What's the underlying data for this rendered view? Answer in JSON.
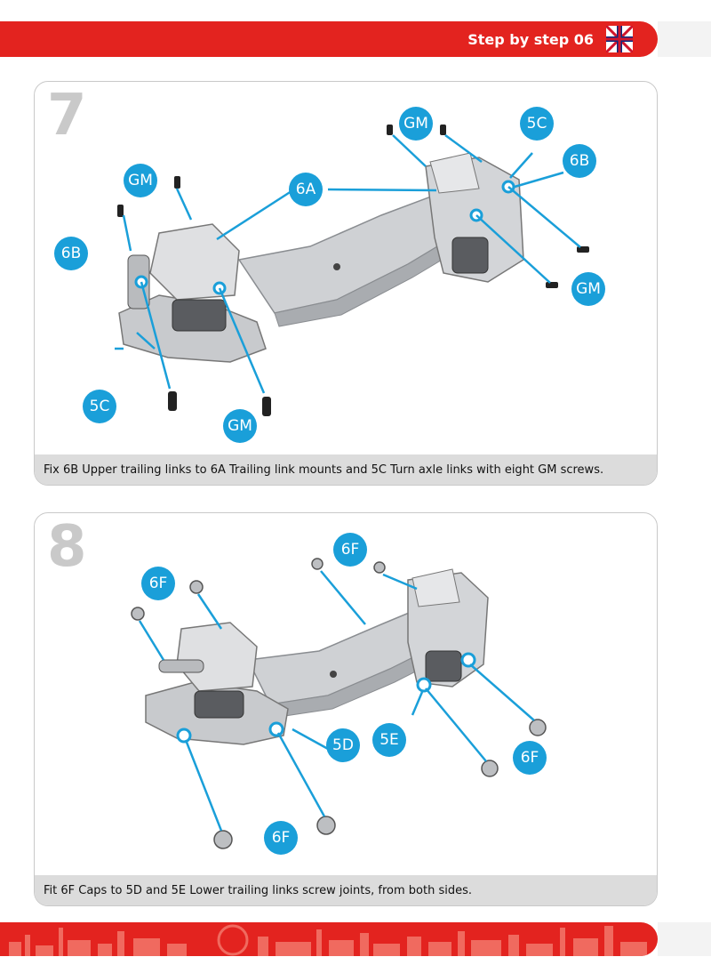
{
  "header": {
    "title": "Step by step 06",
    "flag_icon": "uk-flag-icon",
    "accent_color": "#e3231f"
  },
  "steps": [
    {
      "number": "7",
      "caption": "Fix 6B Upper trailing links to 6A Trailing link mounts and 5C Turn axle links with eight GM screws.",
      "labels": [
        "GM",
        "5C",
        "6B",
        "GM",
        "6A",
        "6B",
        "GM",
        "5C",
        "GM"
      ]
    },
    {
      "number": "8",
      "caption": "Fit 6F Caps to 5D and 5E Lower trailing links screw joints, from both sides.",
      "labels": [
        "6F",
        "6F",
        "5D",
        "5E",
        "6F",
        "6F"
      ]
    }
  ],
  "label_color": "#1a9fd9",
  "footer": {
    "decoration_icon": "london-skyline-icon"
  }
}
